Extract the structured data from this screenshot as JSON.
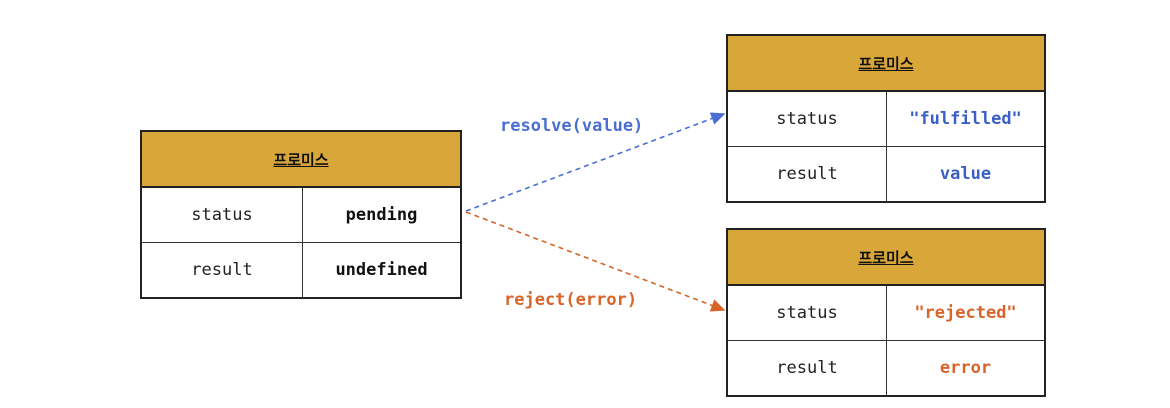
{
  "promise_pending": {
    "title": "프로미스",
    "rows": [
      {
        "key": "status",
        "value": "pending"
      },
      {
        "key": "result",
        "value": "undefined"
      }
    ]
  },
  "promise_fulfilled": {
    "title": "프로미스",
    "rows": [
      {
        "key": "status",
        "value": "\"fulfilled\""
      },
      {
        "key": "result",
        "value": "value"
      }
    ]
  },
  "promise_rejected": {
    "title": "프로미스",
    "rows": [
      {
        "key": "status",
        "value": "\"rejected\""
      },
      {
        "key": "result",
        "value": "error"
      }
    ]
  },
  "edges": {
    "resolve_label": "resolve(value)",
    "reject_label": "reject(error)"
  },
  "colors": {
    "header": "#d9a63a",
    "resolve": "#4a6fd4",
    "reject": "#d8642a"
  }
}
